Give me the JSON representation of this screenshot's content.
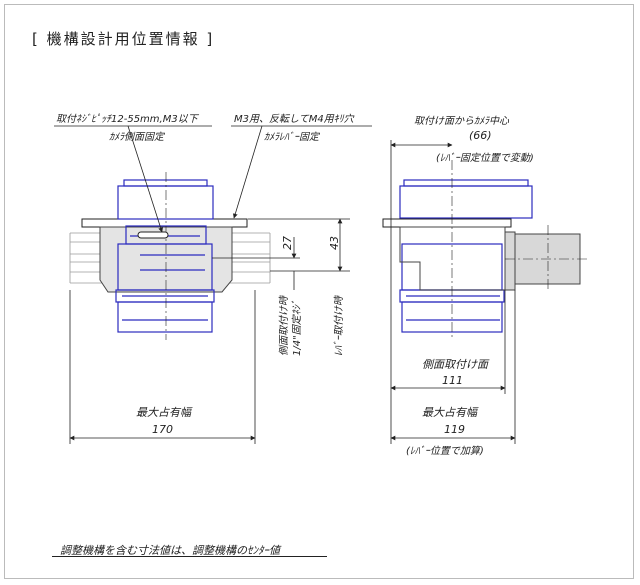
{
  "title": "[ 機構設計用位置情報 ]",
  "colors": {
    "camera": "#2b2bbf",
    "line": "#222222",
    "fill_gray": "#d8d8d8"
  },
  "left_view": {
    "note_screw": "取付ﾈｼﾞﾋﾟｯﾁ12-55mm,M3以下",
    "note_side_fix": "ｶﾒﾗ側面固定",
    "note_m3": "M3用、反転してM4用ｷﾘ穴",
    "note_lever_fix": "ｶﾒﾗﾚﾊﾞｰ固定",
    "dim_27": "27",
    "dim_43": "43",
    "vert_label_1": "側面取付け時",
    "vert_label_2": "1/4\"固定ﾈｼﾞ",
    "vert_label_3": "ﾚﾊﾞｰ取付け時",
    "max_width_label": "最大占有幅",
    "max_width_value": "170"
  },
  "right_view": {
    "note_center": "取付け面からｶﾒﾗ中心",
    "dim_66": "(66)",
    "note_lever_change": "(ﾚﾊﾞｰ固定位置で変動)",
    "side_mount_label": "側面取付け面",
    "side_mount_value": "111",
    "max_width_label": "最大占有幅",
    "max_width_value": "119",
    "note_add": "(ﾚﾊﾞｰ位置で加算)"
  },
  "footnote": "調整機構を含む寸法値は、調整機構のｾﾝﾀｰ値"
}
